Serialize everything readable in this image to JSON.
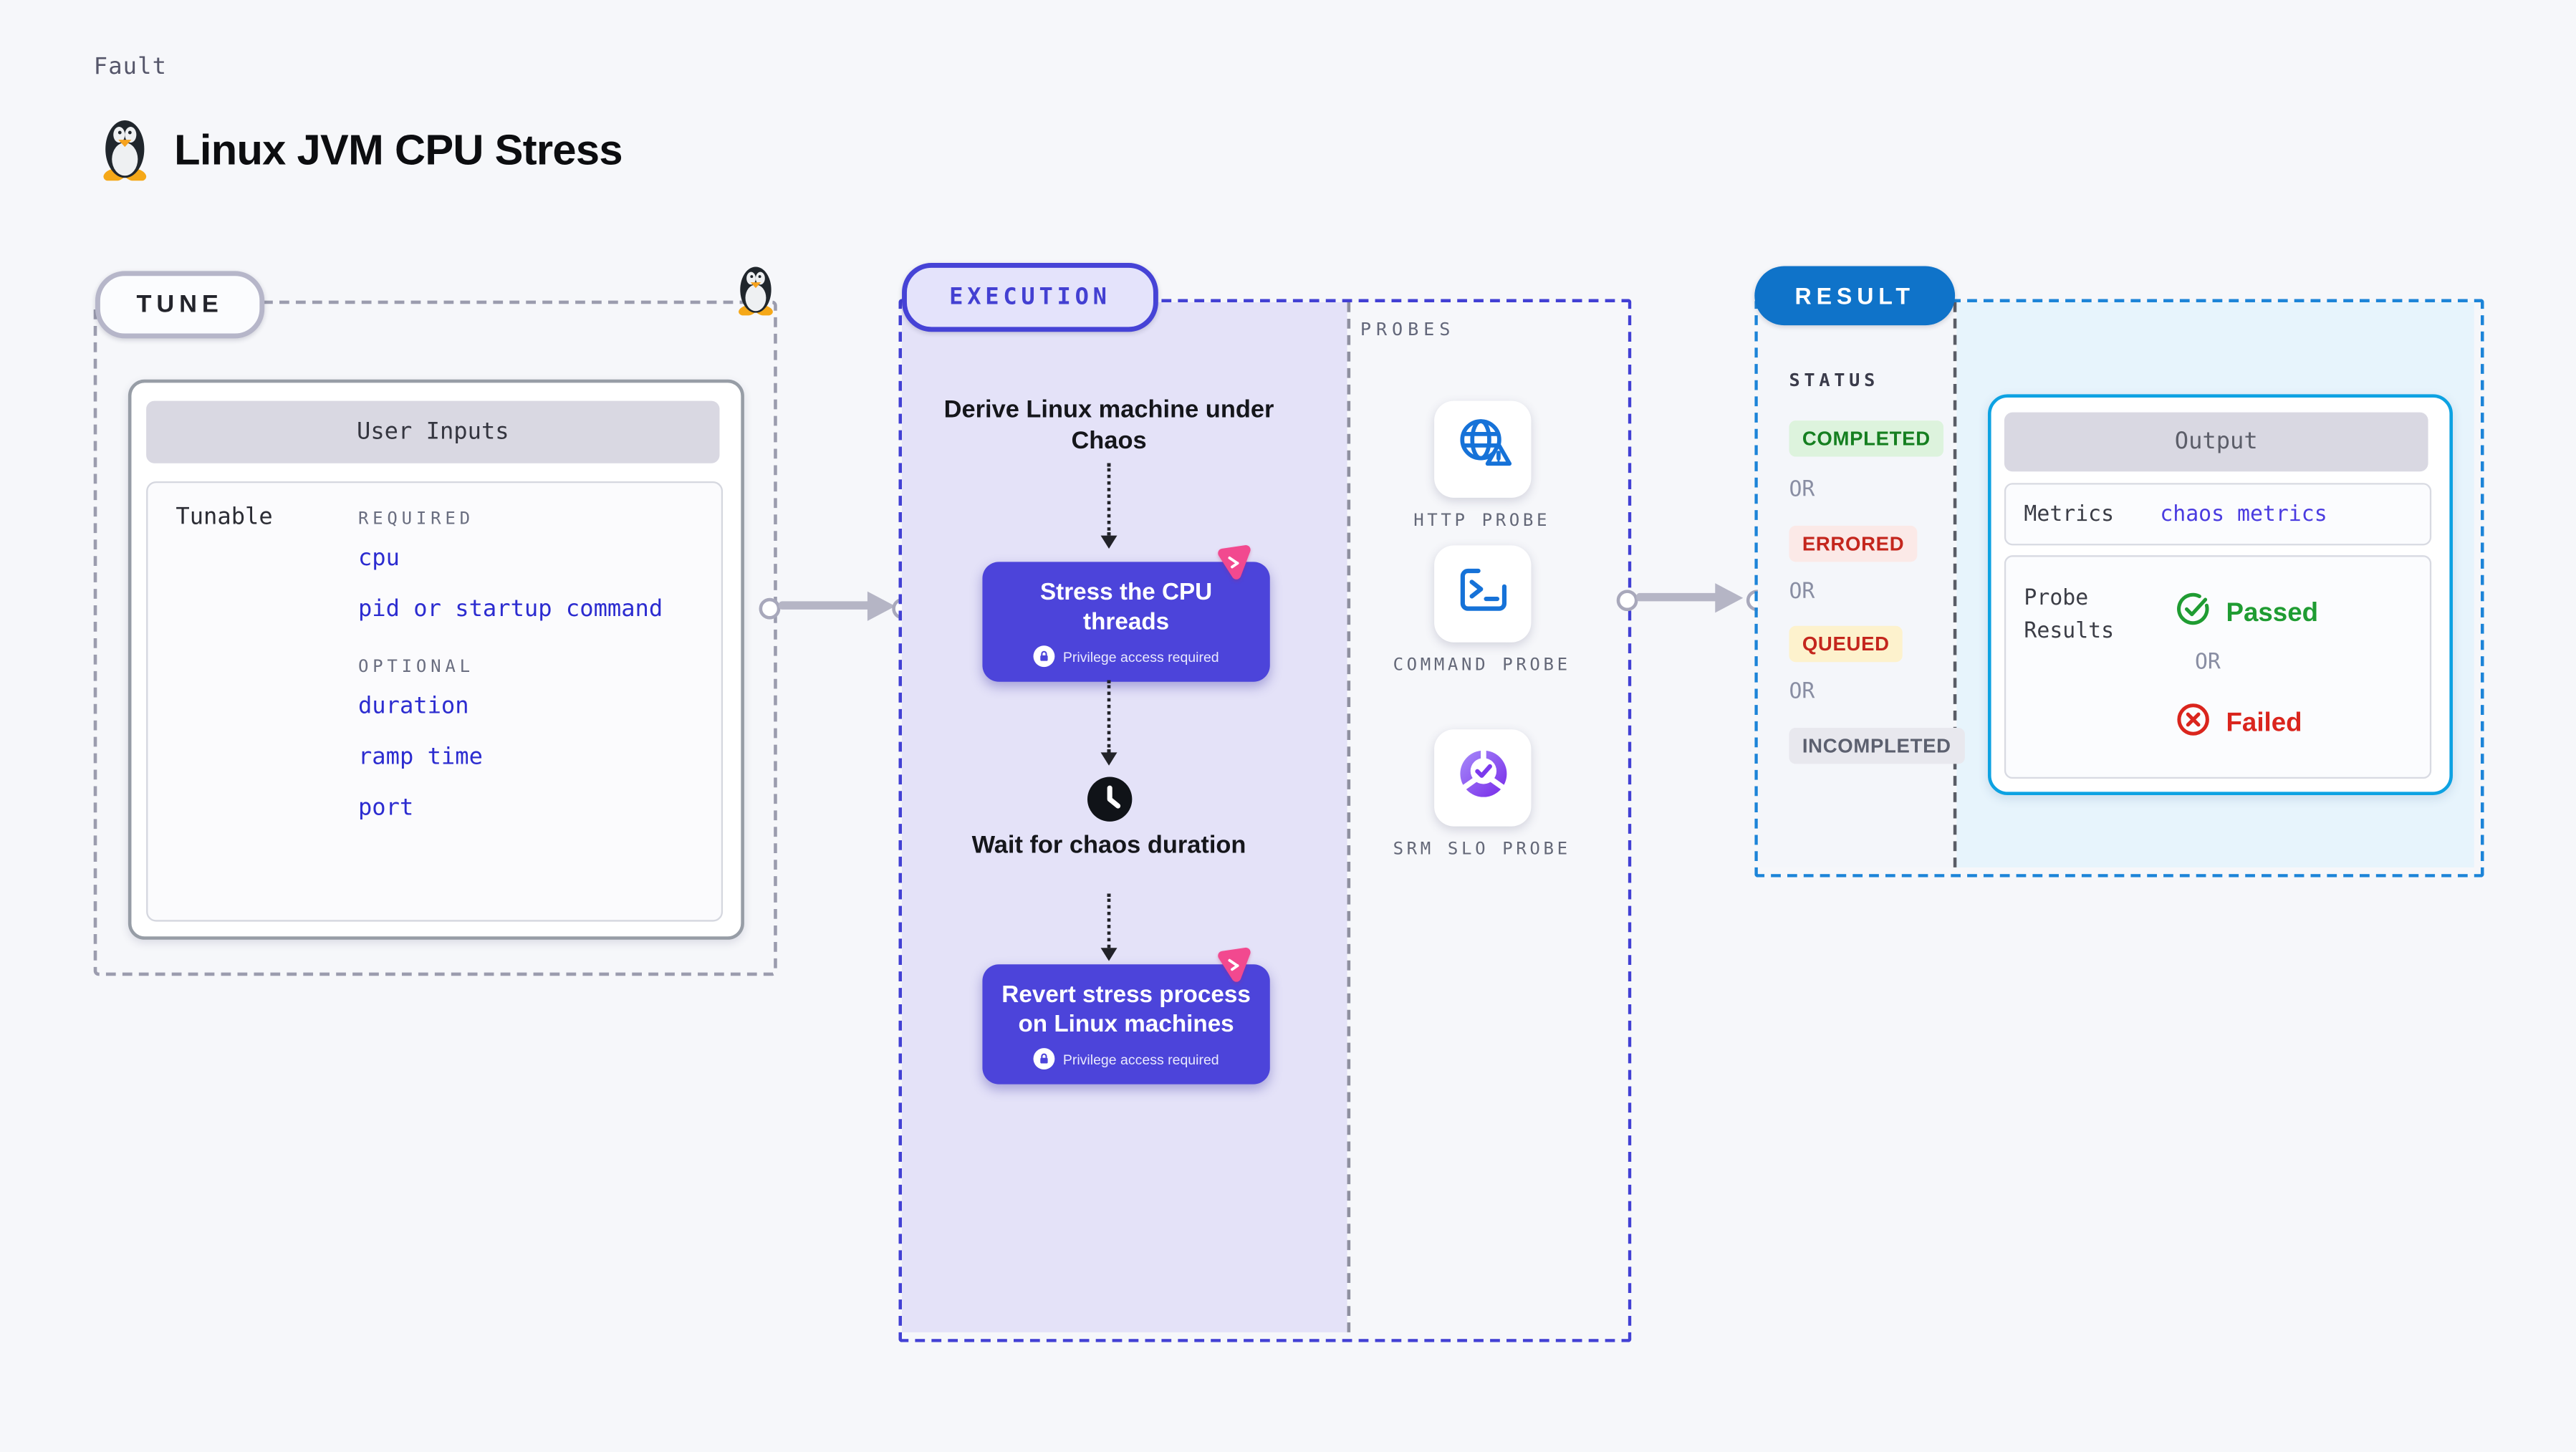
{
  "header": {
    "eyebrow": "Fault",
    "title": "Linux JVM CPU Stress",
    "title_icon": "tux-penguin-icon"
  },
  "tune": {
    "badge": "TUNE",
    "user_inputs": {
      "title": "User Inputs",
      "tunable_label": "Tunable",
      "required_heading": "REQUIRED",
      "required_items": [
        "cpu",
        "pid or startup command"
      ],
      "optional_heading": "OPTIONAL",
      "optional_items": [
        "duration",
        "ramp time",
        "port"
      ]
    }
  },
  "execution": {
    "badge": "EXECUTION",
    "derive_step": "Derive Linux machine under Chaos",
    "stress_step": {
      "label": "Stress the CPU threads",
      "note": "Privilege access required"
    },
    "wait_step": "Wait for chaos duration",
    "revert_step": {
      "label": "Revert stress process on Linux machines",
      "note": "Privilege access required"
    }
  },
  "probes": {
    "heading": "PROBES",
    "items": [
      {
        "label": "HTTP PROBE",
        "icon": "globe-alert-icon"
      },
      {
        "label": "COMMAND PROBE",
        "icon": "terminal-icon"
      },
      {
        "label": "SRM SLO PROBE",
        "icon": "slo-gauge-icon"
      }
    ]
  },
  "result": {
    "badge": "RESULT",
    "status_heading": "STATUS",
    "or_label": "OR",
    "statuses": [
      {
        "label": "COMPLETED",
        "bg": "#ddf3dd",
        "color": "#157f20"
      },
      {
        "label": "ERRORED",
        "bg": "#fbe9e7",
        "color": "#c4261d"
      },
      {
        "label": "QUEUED",
        "bg": "#fdf2cd",
        "color": "#c4261d"
      },
      {
        "label": "INCOMPLETED",
        "bg": "#e8e8ee",
        "color": "#5c606f"
      }
    ],
    "output": {
      "title": "Output",
      "metrics_label": "Metrics",
      "metrics_value": "chaos metrics",
      "probe_results_label": "Probe Results",
      "passed": "Passed",
      "or_label": "OR",
      "failed": "Failed"
    }
  },
  "colors": {
    "page_bg": "#f6f7fa",
    "indigo_accent": "#4c44da",
    "execution_panel_bg": "#e4e2f8",
    "chaos_pink": "#f2498f",
    "probe_icon_blue": "#1672d8",
    "slo_purple": "#7c3aed",
    "result_blue": "#0f73c9",
    "output_border_cyan": "#0da2e2",
    "output_panel_bg": "#e7f4fc",
    "passed_green": "#1f9c32",
    "failed_red": "#da251d",
    "arrow_gray": "#b5b5c5"
  }
}
